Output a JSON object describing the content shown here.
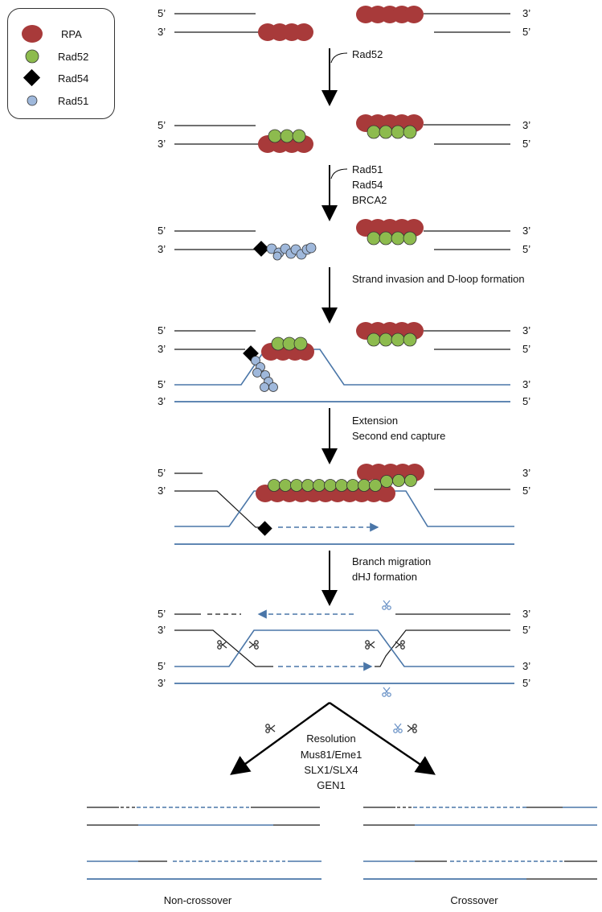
{
  "legend": {
    "items": [
      {
        "label": "RPA",
        "icon": "rpa-icon"
      },
      {
        "label": "Rad52",
        "icon": "rad52-icon"
      },
      {
        "label": "Rad54",
        "icon": "rad54-icon"
      },
      {
        "label": "Rad51",
        "icon": "rad51-icon"
      }
    ]
  },
  "ends": {
    "five": "5’",
    "three": "3’"
  },
  "steps": {
    "s1": [
      "Rad52"
    ],
    "s2": [
      "Rad51",
      "Rad54",
      "BRCA2"
    ],
    "s3": [
      "Strand invasion and D-loop formation"
    ],
    "s4": [
      "Extension",
      "Second end capture"
    ],
    "s5": [
      "Branch migration",
      "dHJ formation"
    ],
    "s6": [
      "Resolution",
      "Mus81/Eme1",
      "SLX1/SLX4",
      "GEN1"
    ]
  },
  "outcomes": {
    "left": "Non-crossover",
    "right": "Crossover"
  },
  "colors": {
    "rpa": "#a83a3a",
    "rad52": "#8dbb4e",
    "rad54": "#000000",
    "rad51": "#9fb8db",
    "blue_strand": "#4a76a8",
    "black_strand": "#1a1a1a",
    "scissors_blue": "#6f96c8"
  }
}
